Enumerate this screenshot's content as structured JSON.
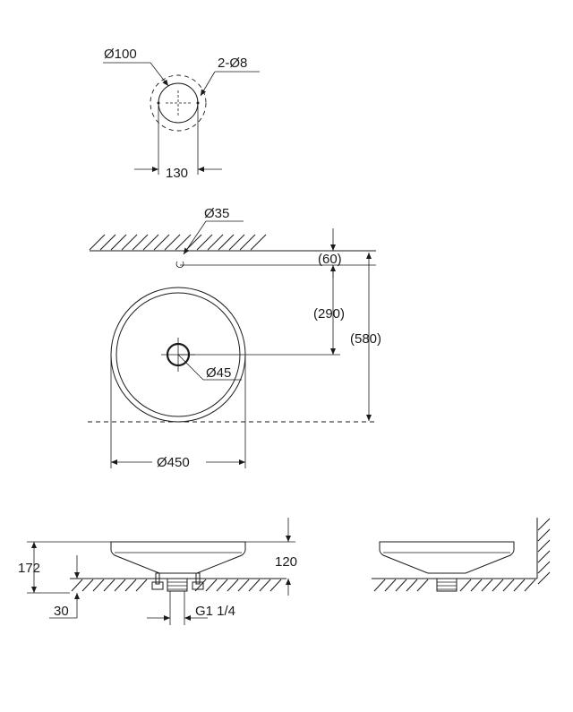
{
  "drawing": {
    "top_view_small": {
      "dia_hole": "Ø100",
      "screw_holes": "2-Ø8",
      "spacing": "130"
    },
    "plan_view": {
      "dia_drain_wall": "Ø35",
      "offset_60": "(60)",
      "offset_290": "(290)",
      "offset_580": "(580)",
      "dia_outlet": "Ø45",
      "dia_basin": "Ø450"
    },
    "side_view": {
      "height_total": "172",
      "height_basin": "120",
      "deck_thickness": "30",
      "thread": "G1 1/4"
    }
  }
}
